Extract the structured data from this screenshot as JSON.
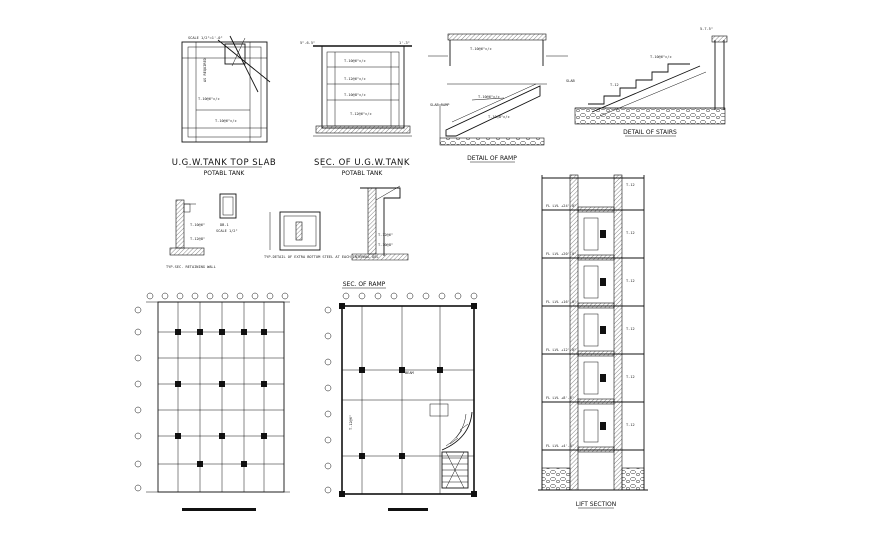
{
  "drawing": {
    "tank_top_slab": {
      "title": "U.G.W.TANK TOP SLAB",
      "subtitle": "POTABL TANK"
    },
    "tank_section": {
      "title": "SEC. OF U.G.W.TANK",
      "subtitle": "POTABL TANK"
    },
    "ramp_detail": {
      "title": "DETAIL OF RAMP"
    },
    "stair_detail": {
      "title": "DETAIL OF STAIRS"
    },
    "ramp_section": {
      "title": "SEC. OF RAMP"
    },
    "extra_bottom_steel": {
      "title": "TYP.DETAIL OF EXTRA BOTTOM STEEL AT EACH INTERNAL DEL"
    },
    "retaining_wall": {
      "title": "TYP.SEC. RETAINING WALL"
    },
    "lift_section": {
      "title": "LIFT SECTION"
    }
  }
}
